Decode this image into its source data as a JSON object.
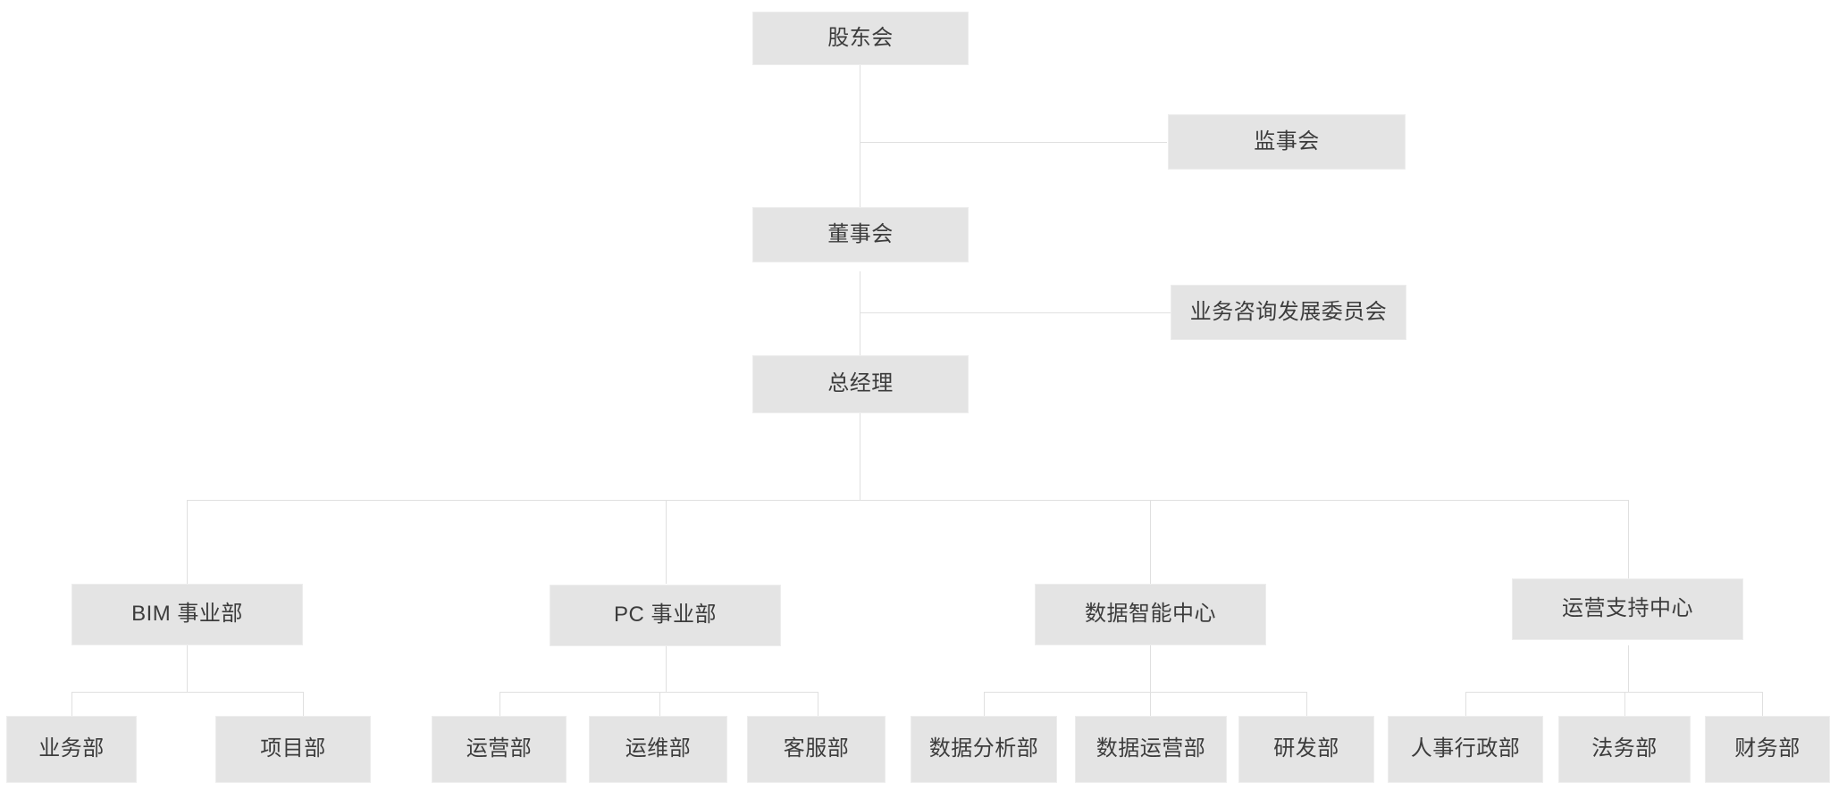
{
  "chart_data": {
    "type": "diagram",
    "diagram_kind": "organization-chart",
    "title": "",
    "orientation": "top-down",
    "node_style": {
      "fill": "#e4e4e4",
      "border": "#ededed",
      "text": "#3c3c3c",
      "connector": "#e0e0e0",
      "background": "#ffffff"
    },
    "levels": [
      [
        "股东会"
      ],
      [
        "监事会"
      ],
      [
        "董事会"
      ],
      [
        "业务咨询发展委员会"
      ],
      [
        "总经理"
      ],
      [
        "BIM 事业部",
        "PC 事业部",
        "数据智能中心",
        "运营支持中心"
      ],
      [
        "业务部",
        "项目部",
        "运营部",
        "运维部",
        "客服部",
        "数据分析部",
        "数据运营部",
        "研发部",
        "人事行政部",
        "法务部",
        "财务部"
      ]
    ],
    "edges": [
      {
        "from": "股东会",
        "to": "监事会",
        "style": "staff-right"
      },
      {
        "from": "股东会",
        "to": "董事会",
        "style": "direct"
      },
      {
        "from": "董事会",
        "to": "业务咨询发展委员会",
        "style": "staff-right"
      },
      {
        "from": "董事会",
        "to": "总经理",
        "style": "direct"
      },
      {
        "from": "总经理",
        "to": "BIM 事业部",
        "style": "bus"
      },
      {
        "from": "总经理",
        "to": "PC 事业部",
        "style": "bus"
      },
      {
        "from": "总经理",
        "to": "数据智能中心",
        "style": "bus"
      },
      {
        "from": "总经理",
        "to": "运营支持中心",
        "style": "bus"
      },
      {
        "from": "BIM 事业部",
        "to": "业务部",
        "style": "bus"
      },
      {
        "from": "BIM 事业部",
        "to": "项目部",
        "style": "bus"
      },
      {
        "from": "PC 事业部",
        "to": "运营部",
        "style": "bus"
      },
      {
        "from": "PC 事业部",
        "to": "运维部",
        "style": "bus"
      },
      {
        "from": "PC 事业部",
        "to": "客服部",
        "style": "bus"
      },
      {
        "from": "数据智能中心",
        "to": "数据分析部",
        "style": "bus"
      },
      {
        "from": "数据智能中心",
        "to": "数据运营部",
        "style": "bus"
      },
      {
        "from": "数据智能中心",
        "to": "研发部",
        "style": "bus"
      },
      {
        "from": "运营支持中心",
        "to": "人事行政部",
        "style": "bus"
      },
      {
        "from": "运营支持中心",
        "to": "法务部",
        "style": "bus"
      },
      {
        "from": "运营支持中心",
        "to": "财务部",
        "style": "bus"
      }
    ]
  },
  "nodes": {
    "shareholders_meeting": "股东会",
    "board_of_supervisors": "监事会",
    "board_of_directors": "董事会",
    "business_advisory_committee": "业务咨询发展委员会",
    "general_manager": "总经理",
    "bim_division": "BIM 事业部",
    "pc_division": "PC 事业部",
    "data_intelligence_center": "数据智能中心",
    "operations_support_center": "运营支持中心",
    "business_dept": "业务部",
    "project_dept": "项目部",
    "operations_dept": "运营部",
    "maintenance_dept": "运维部",
    "customer_service_dept": "客服部",
    "data_analysis_dept": "数据分析部",
    "data_operations_dept": "数据运营部",
    "rnd_dept": "研发部",
    "hr_admin_dept": "人事行政部",
    "legal_dept": "法务部",
    "finance_dept": "财务部"
  }
}
